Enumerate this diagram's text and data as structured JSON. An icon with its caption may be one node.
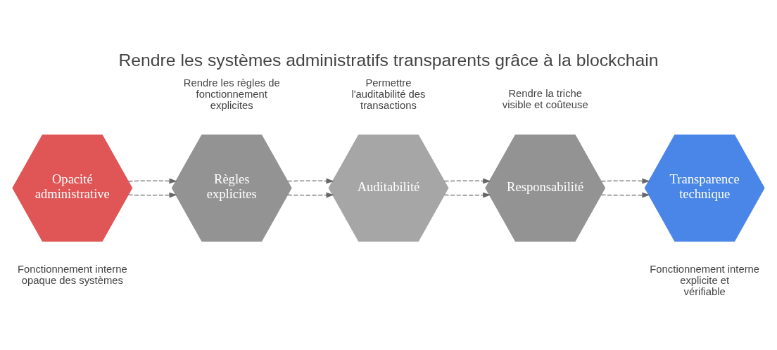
{
  "diagram": {
    "title": "Rendre les systèmes administratifs transparents grâce à la blockchain",
    "nodes": [
      {
        "text": [
          "Opacité administrative"
        ],
        "beside": [
          "Fonctionnement interne opaque des systèmes"
        ]
      },
      {
        "text": [
          "Règles explicites"
        ],
        "beside": [
          "Rendre les règles de fonctionnement explicites"
        ]
      },
      {
        "text": [
          "Auditabilité"
        ],
        "beside": [
          "Permettre l'auditabilité des transactions"
        ]
      },
      {
        "text": [
          "Responsabilité"
        ],
        "beside": [
          "Rendre la triche visible et coûteuse"
        ]
      },
      {
        "text": [
          "Transparence technique"
        ],
        "beside": [
          "Fonctionnement interne explicite et vérifiable"
        ]
      }
    ],
    "edges": [
      {
        "from": 0,
        "to": 1,
        "arrow": "to",
        "style": "dashed"
      },
      {
        "from": 1,
        "to": 2,
        "arrow": "to",
        "style": "dashed"
      },
      {
        "from": 2,
        "to": 3,
        "arrow": "to",
        "style": "dashed"
      },
      {
        "from": 3,
        "to": 4,
        "arrow": "to",
        "style": "dashed"
      },
      {
        "from": 0,
        "to": 1,
        "arrow": "to",
        "style": "dashed"
      },
      {
        "from": 1,
        "to": 2,
        "arrow": "to",
        "style": "dashed"
      },
      {
        "from": 2,
        "to": 3,
        "arrow": "to",
        "style": "dashed"
      },
      {
        "from": 3,
        "to": 4,
        "arrow": "to",
        "style": "dashed"
      }
    ]
  }
}
